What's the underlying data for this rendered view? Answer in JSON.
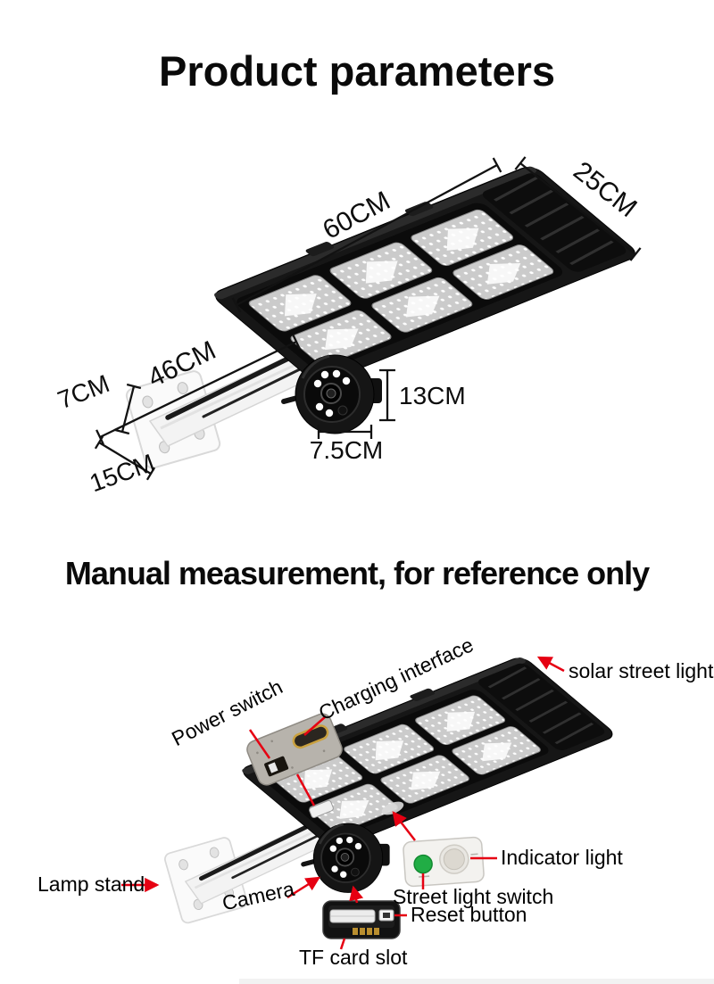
{
  "titles": {
    "main": "Product parameters",
    "secondary": "Manual measurement, for reference only"
  },
  "dimensions": {
    "panel_length": "60CM",
    "panel_depth": "25CM",
    "arm_length": "46CM",
    "bracket_height": "7CM",
    "bracket_length": "15CM",
    "camera_height": "13CM",
    "camera_diameter": "7.5CM"
  },
  "callouts": {
    "solar_street_light": "solar street light",
    "power_switch": "Power switch",
    "charging_interface": "Charging interface",
    "lamp_stand": "Lamp stand",
    "camera": "Camera",
    "indicator_light": "Indicator light",
    "street_light_switch": "Street light switch",
    "reset_button": "Reset button",
    "tf_card_slot": "TF card slot"
  },
  "colors": {
    "callout_line": "#e60012",
    "indicator_green": "#21ad45",
    "text": "#0d0d0d",
    "background": "#ffffff"
  }
}
